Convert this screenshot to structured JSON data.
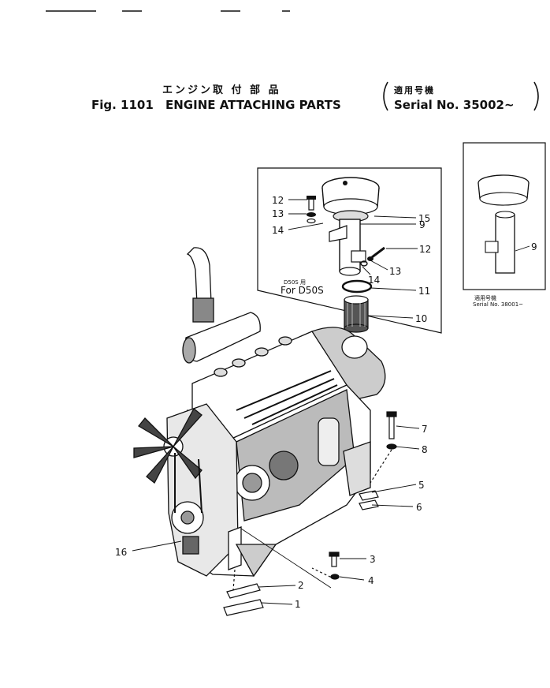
{
  "title": {
    "jp": "エンジン取 付 部 品",
    "fig": "Fig. 1101",
    "en": "ENGINE ATTACHING PARTS",
    "serial_jp": "適用号機",
    "serial": "Serial No. 35002~"
  },
  "inset_main": {
    "note_jp": "D50S 用",
    "note_en": "For D50S"
  },
  "inset_small": {
    "note_jp": "適用号機",
    "note_en": "Serial No. 38001~"
  },
  "callouts": [
    "1",
    "2",
    "3",
    "4",
    "5",
    "6",
    "7",
    "8",
    "9",
    "10",
    "11",
    "12",
    "13",
    "14",
    "15",
    "16"
  ]
}
